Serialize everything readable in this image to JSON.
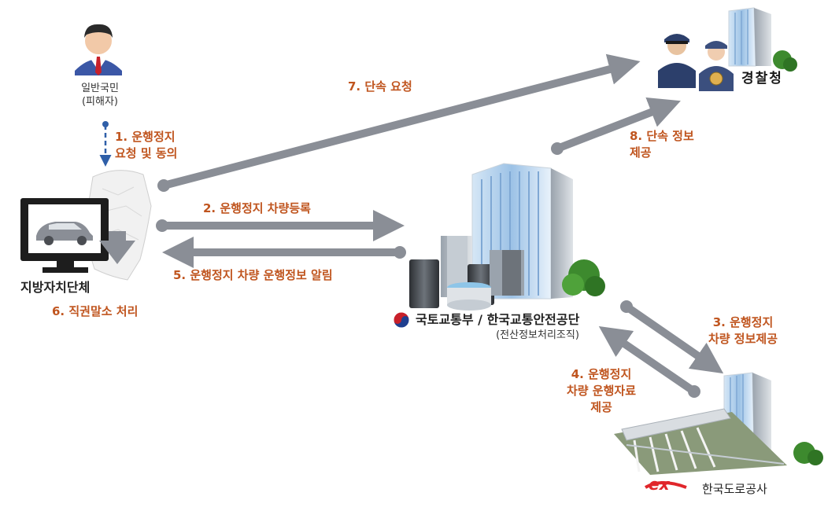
{
  "actors": {
    "citizen_line1": "일반국민",
    "citizen_line2": "(피해자)",
    "local_gov": "지방자치단체",
    "ministry": "국토교통부 / 한국교통안전공단",
    "ministry_sub": "(전산정보처리조직)",
    "police": "경찰청",
    "expressway": "한국도로공사",
    "expressway_logo_text": "ex"
  },
  "steps": {
    "s1_line1": "1. 운행정지",
    "s1_line2": "요청 및 동의",
    "s2": "2. 운행정지 차량등록",
    "s3_line1": "3. 운행정지",
    "s3_line2": "차량 정보제공",
    "s4_line1": "4. 운행정지",
    "s4_line2": "차량 운행자료",
    "s4_line3": "제공",
    "s5": "5. 운행정지 차량 운행정보 알림",
    "s6": "6. 직권말소 처리",
    "s7": "7. 단속 요청",
    "s8_line1": "8. 단속 정보",
    "s8_line2": "제공"
  },
  "colors": {
    "arrow": "#8a8e96",
    "step_text": "#c0551f",
    "dashed_arrow": "#2f5fa8",
    "building_glass": "#a9c9e8",
    "tree": "#3d8a2e"
  }
}
